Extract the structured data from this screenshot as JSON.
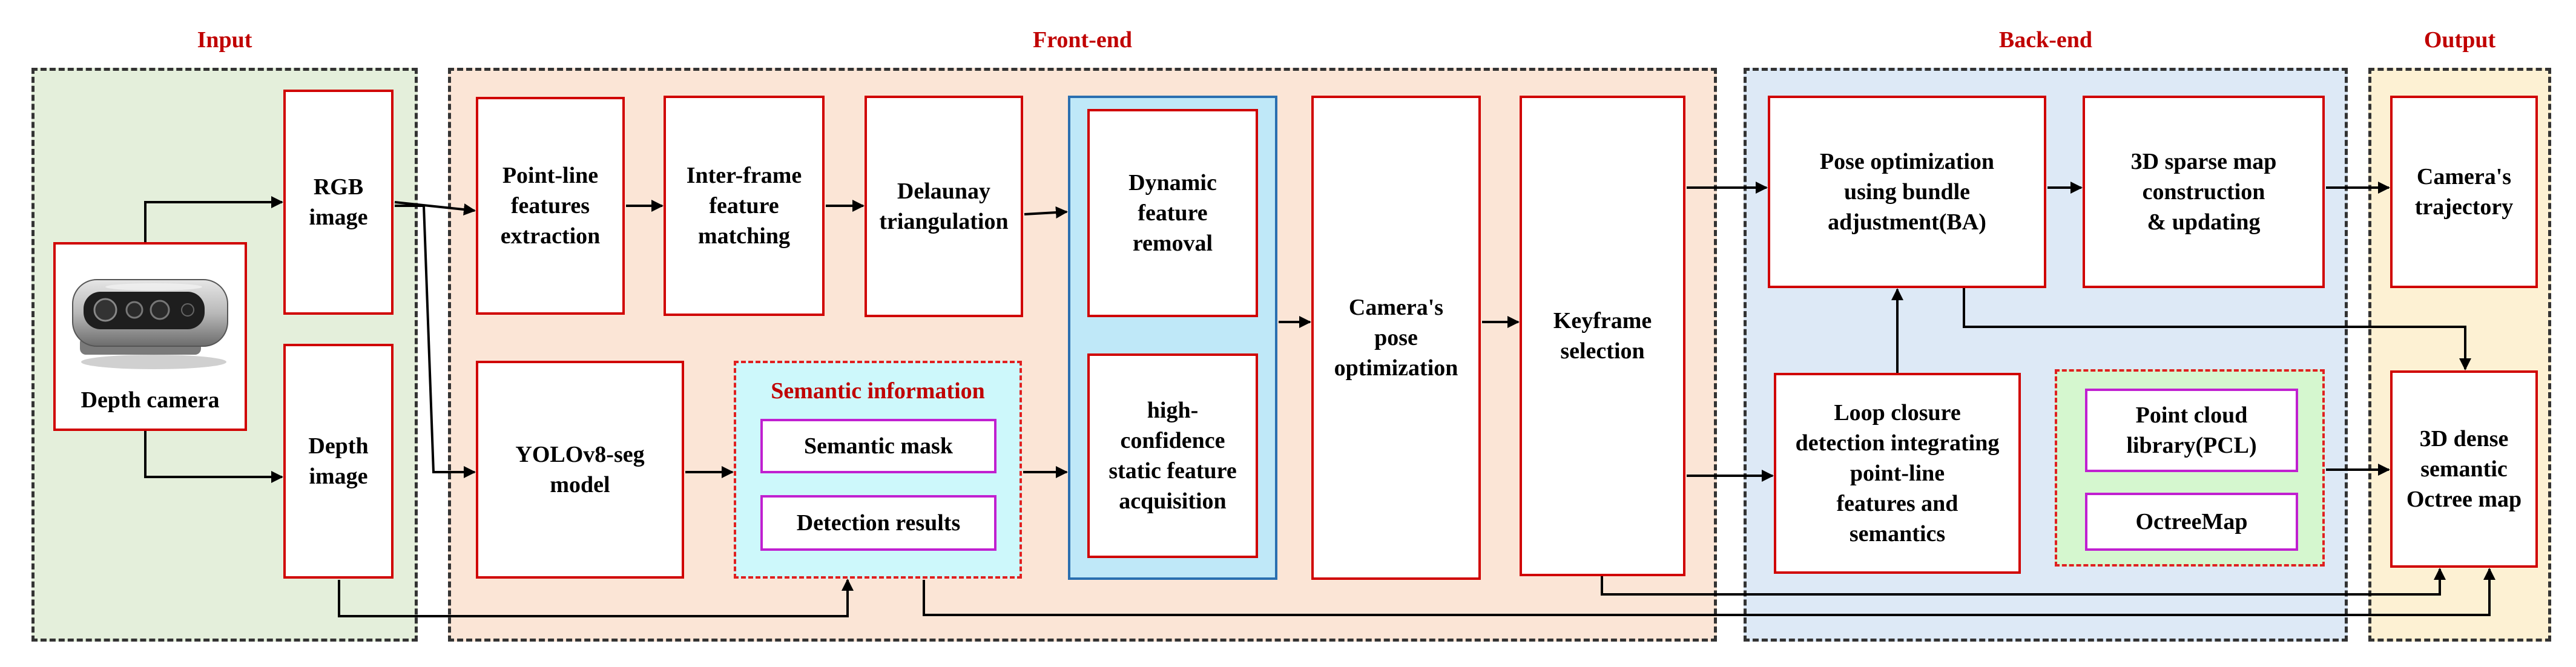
{
  "sections": {
    "input": "Input",
    "frontend": "Front-end",
    "backend": "Back-end",
    "output": "Output"
  },
  "nodes": {
    "depth_camera": "Depth camera",
    "rgb_image": "RGB\nimage",
    "depth_image": "Depth\nimage",
    "pointline": "Point-line\nfeatures\nextraction",
    "interframe": "Inter-frame\nfeature\nmatching",
    "delaunay": "Delaunay\ntriangulation",
    "dynamic": "Dynamic\nfeature\nremoval",
    "highconf": "high-\nconfidence\nstatic feature\nacquisition",
    "camera_pose": "Camera's\npose\noptimization",
    "keyframe": "Keyframe\nselection",
    "yolo": "YOLOv8-seg\nmodel",
    "semantic_info": "Semantic information",
    "semantic_mask": "Semantic mask",
    "detection_results": "Detection results",
    "pose_ba": "Pose optimization\nusing bundle\nadjustment(BA)",
    "sparse_map": "3D sparse map\nconstruction\n& updating",
    "loop_closure": "Loop closure\ndetection integrating\npoint-line\nfeatures and\nsemantics",
    "pcl": "Point cloud\nlibrary(PCL)",
    "octreemap": "OctreeMap",
    "trajectory": "Camera's\ntrajectory",
    "dense_map": "3D dense\nsemantic\nOctree map"
  },
  "colors": {
    "input_bg": "#e4efdb",
    "frontend_bg": "#fbe5d6",
    "backend_bg": "#dde9f6",
    "output_bg": "#fdf1d3",
    "semantic_bg": "#cdf8fb",
    "pcl_bg": "#d5f7cf",
    "box_border": "#d00000",
    "purple_border": "#c020d0",
    "title_red": "#c00000"
  }
}
